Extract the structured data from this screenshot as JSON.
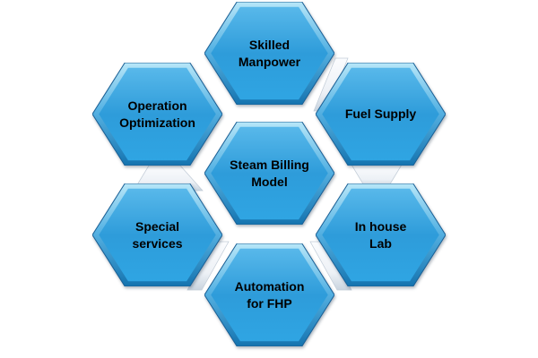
{
  "diagram": {
    "type": "hexagon-cluster",
    "background": "#ffffff",
    "hexagons": [
      {
        "name": "skilled-manpower",
        "position": "top",
        "label": "Skilled\nManpower"
      },
      {
        "name": "fuel-supply",
        "position": "top-right",
        "label": "Fuel Supply"
      },
      {
        "name": "in-house-lab",
        "position": "bottom-right",
        "label": "In house\nLab"
      },
      {
        "name": "automation-for-fhp",
        "position": "bottom",
        "label": "Automation\nfor FHP"
      },
      {
        "name": "special-services",
        "position": "bottom-left",
        "label": "Special\nservices"
      },
      {
        "name": "operation-optimization",
        "position": "top-left",
        "label": "Operation\nOptimization"
      },
      {
        "name": "steam-billing-model",
        "position": "center",
        "label": "Steam Billing\nModel"
      }
    ],
    "colors": {
      "hex_body_top": "#58B8EA",
      "hex_body_mid": "#2E9CDA",
      "hex_body_bottom": "#2FA5E3",
      "bevel_light": "#B0E4F8",
      "bevel_dark": "#1473AF",
      "outline": "#1A6096",
      "connector_light": "#FBFCFE",
      "connector_dark": "#C9D4DF",
      "text": "#000000"
    }
  }
}
